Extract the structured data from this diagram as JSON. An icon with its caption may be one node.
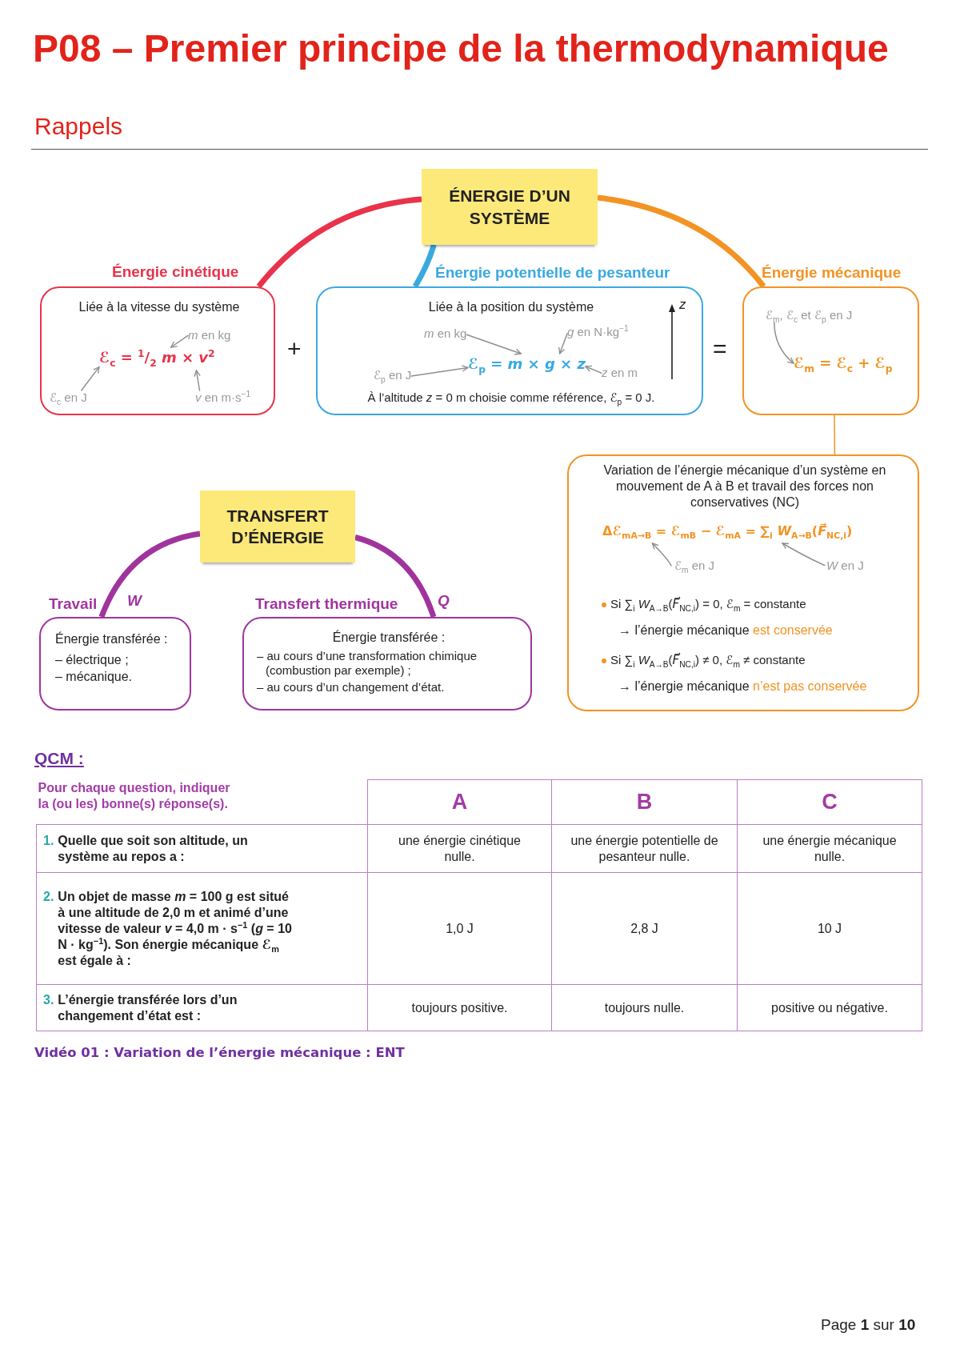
{
  "diagram": {
    "title": "P08 – Premier principe de la thermodynamique",
    "nodes": [
      {
        "text": [
          "ÉNERGIE D’UN SYSTÈME"
        ]
      },
      {
        "text": [
          "Énergie cinétique",
          "Liée à la vitesse du système"
        ]
      },
      {
        "text": [
          "ℰ$_{c}$ = $^{1}$/$_{2}$ *m* × *v*$^{2}$"
        ],
        "in": 1
      },
      {
        "text": [
          "*m* en kg"
        ],
        "in": 1
      },
      {
        "text": [
          "ℰ$_{c}$ en J"
        ],
        "in": 1
      },
      {
        "text": [
          "*v* en m·s$^{−1}$"
        ],
        "in": 1
      },
      {
        "text": [
          "Énergie potentielle de pesanteur",
          "Liée à la position du système",
          "À l’altitude *z* = 0 m choisie comme référence, ℰ$_{p}$ = 0 J."
        ]
      },
      {
        "text": [
          "ℰ$_{p}$ = *m* × *g* × *z*"
        ],
        "in": 6
      },
      {
        "text": [
          "*m* en kg"
        ],
        "in": 6
      },
      {
        "text": [
          "*g* en N·kg$^{−1}$"
        ],
        "in": 6
      },
      {
        "text": [
          "ℰ$_{p}$ en J"
        ],
        "in": 6
      },
      {
        "text": [
          "*z* en m"
        ],
        "in": 6
      },
      {
        "text": [
          "Énergie mécanique"
        ]
      },
      {
        "text": [
          "ℰ$_{m}$, ℰ$_{c}$ et ℰ$_{p}$ en J"
        ],
        "in": 12
      },
      {
        "text": [
          "ℰ$_{m}$ = ℰ$_{c}$ + ℰ$_{p}$"
        ],
        "in": 12
      },
      {
        "text": [
          "Variation de l’énergie mécanique d’un système en mouvement de A à B et travail des forces non conservatives (NC)",
          "Si ∑$_{i}$ *W*$_{A→B}$(*F⃗*$_{NC,i}$) = 0, ℰ$_{m}$ = constante",
          "→ l’énergie mécanique **est conservée**",
          "Si ∑$_{i}$ *W*$_{A→B}$(*F⃗*$_{NC,i}$) ≠ 0, ℰ$_{m}$ ≠ constante",
          "→ l’énergie mécanique **n’est pas conservée**"
        ]
      },
      {
        "text": [
          "Δℰ$_{mA→B}$ = ℰ$_{mB}$ − ℰ$_{mA}$ = ∑$_{i}$ *W*$_{A→B}$(*F⃗*$_{NC,i}$)"
        ],
        "in": 15
      },
      {
        "text": [
          "ℰ$_{m}$ en J"
        ],
        "in": 15
      },
      {
        "text": [
          "*W* en J"
        ],
        "in": 15
      },
      {
        "text": [
          "TRANSFERT D’ÉNERGIE"
        ]
      },
      {
        "text": [
          "Travail",
          "Énergie transférée :",
          "– électrique ;",
          "– mécanique."
        ]
      },
      {
        "text": [
          "Transfert thermique",
          "Énergie transférée :",
          "– au cours d’une transformation chimique (combustion par exemple) ;",
          "– au cours d’un changement d’état."
        ]
      }
    ],
    "edges": [
      {
        "from": 0,
        "to": 1,
        "arrow": "none",
        "style": "thick",
        "color": "#e8334a"
      },
      {
        "from": 0,
        "to": 6,
        "arrow": "none",
        "style": "thick",
        "color": "#3aa9e0"
      },
      {
        "from": 0,
        "to": 12,
        "arrow": "none",
        "style": "thick",
        "color": "#f39323"
      },
      {
        "from": 3,
        "to": 2,
        "arrow": "to"
      },
      {
        "from": 4,
        "to": 2,
        "arrow": "to"
      },
      {
        "from": 5,
        "to": 2,
        "arrow": "to"
      },
      {
        "from": 8,
        "to": 7,
        "arrow": "to"
      },
      {
        "from": 9,
        "to": 7,
        "arrow": "to"
      },
      {
        "from": 10,
        "to": 7,
        "arrow": "to"
      },
      {
        "from": 11,
        "to": 7,
        "arrow": "to"
      },
      {
        "from": 13,
        "to": 14,
        "arrow": "to"
      },
      {
        "from": 12,
        "to": 15,
        "arrow": "none",
        "color": "#f39323"
      },
      {
        "from": 17,
        "to": 16,
        "arrow": "to"
      },
      {
        "from": 18,
        "to": 16,
        "arrow": "to"
      },
      {
        "from": 19,
        "to": 20,
        "arrow": "none",
        "style": "thick",
        "color": "#a0349e",
        "label": "W"
      },
      {
        "from": 19,
        "to": 21,
        "arrow": "none",
        "style": "thick",
        "color": "#a0349e",
        "label": "Q"
      }
    ],
    "labels": [
      "Rappels",
      "z",
      "+",
      "=",
      "QCM :",
      "Pour chaque question, indiquer la (ou les) bonne(s) réponse(s).",
      "A",
      "B",
      "C",
      "1.",
      "Quelle que soit son altitude, un système au repos a :",
      "une énergie cinétique nulle.",
      "une énergie potentielle de pesanteur nulle.",
      "une énergie mécanique nulle.",
      "2.",
      "Un objet de masse *m* = 100 g est situé à une altitude de 2,0 m et animé d’une vitesse de valeur *v* = 4,0 m · s$^{−1}$ (*g* = 10 N · kg$^{−1}$). Son énergie mécanique ℰ$_{m}$ est égale à :",
      "1,0 J",
      "2,8 J",
      "10 J",
      "3.",
      "L’énergie transférée lors d’un changement d’état est :",
      "toujours positive.",
      "toujours nulle.",
      "positive ou négative.",
      "Vidéo 01 : Variation de l’énergie mécanique : ENT",
      "Page **1** sur **10**"
    ]
  }
}
